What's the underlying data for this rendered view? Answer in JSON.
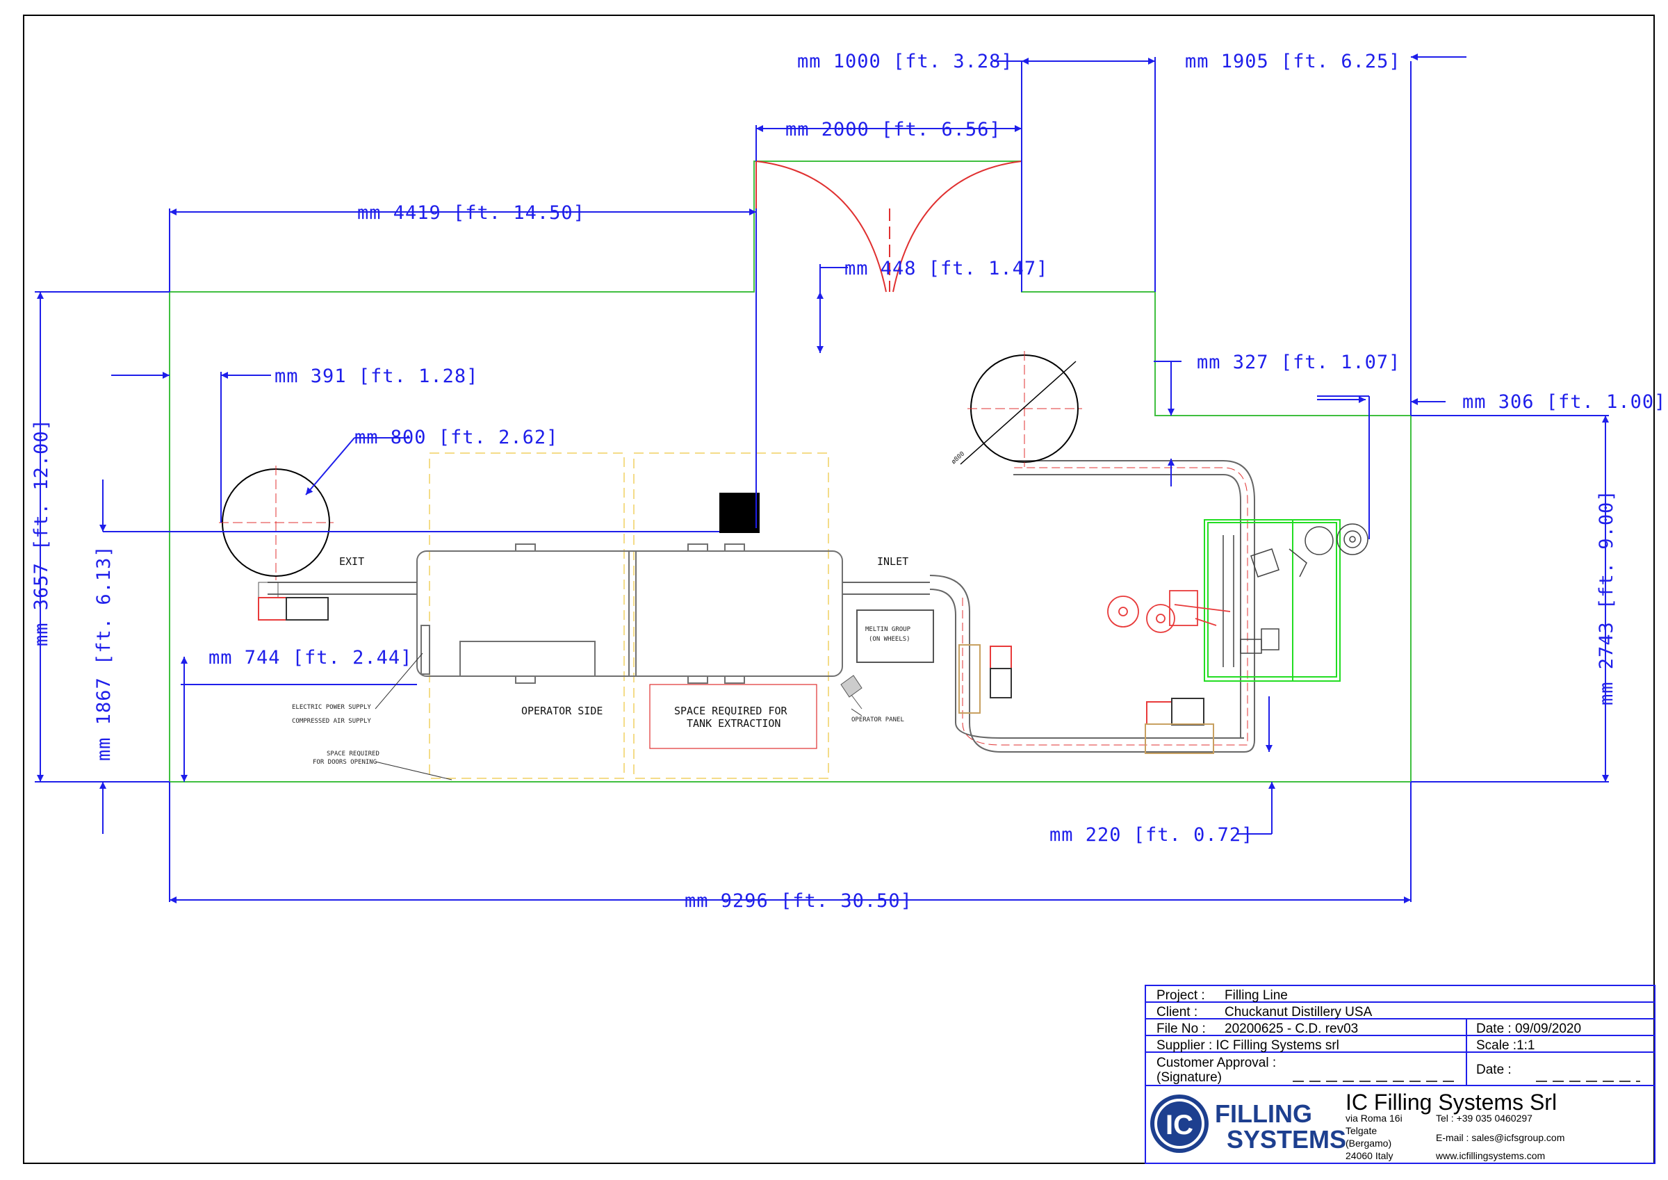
{
  "dimensions": {
    "d1000": "mm 1000 [ft. 3.28]",
    "d1905": "mm 1905 [ft. 6.25]",
    "d2000": "mm 2000 [ft. 6.56]",
    "d4419": "mm 4419 [ft. 14.50]",
    "d448": "mm 448 [ft. 1.47]",
    "d327": "mm 327 [ft. 1.07]",
    "d306": "mm 306 [ft. 1.00]",
    "d391": "mm 391 [ft. 1.28]",
    "d800": "mm 800 [ft. 2.62]",
    "d744": "mm 744 [ft. 2.44]",
    "d220": "mm 220 [ft. 0.72]",
    "d9296": "mm 9296 [ft. 30.50]",
    "d3657": "mm 3657 [ft. 12.00]",
    "d1867": "mm 1867 [ft. 6.13]",
    "d2743": "mm 2743 [ft. 9.00]",
    "diam": "ø800"
  },
  "labels": {
    "exit": "EXIT",
    "inlet": "INLET",
    "operator_side": "OPERATOR SIDE",
    "space_tank_1": "SPACE REQUIRED FOR",
    "space_tank_2": "TANK EXTRACTION",
    "melting_1": "MELTIN GROUP",
    "melting_2": "(ON WHEELS)",
    "electric": "ELECTRIC POWER SUPPLY",
    "compressed": "COMPRESSED AIR SUPPLY",
    "doors_1": "SPACE REQUIRED",
    "doors_2": "FOR DOORS OPENING",
    "operator_panel": "OPERATOR PANEL"
  },
  "title_block": {
    "project_label": "Project :",
    "project_value": "Filling Line",
    "client_label": "Client :",
    "client_value": "Chuckanut Distillery USA",
    "file_label": "File No :",
    "file_value": "20200625 - C.D. rev03",
    "date_value": "Date : 09/09/2020",
    "supplier": "Supplier : IC Filling Systems srl",
    "scale": "Scale :1:1",
    "approval_1": "Customer Approval :",
    "approval_2": "(Signature)",
    "date_sign": "Date :",
    "company": "IC Filling Systems Srl",
    "addr_1": "via Roma 16i",
    "addr_2": "Telgate",
    "addr_3": "(Bergamo)",
    "addr_4": "24060 Italy",
    "tel": "Tel : +39 035 0460297",
    "email": "E-mail : sales@icfsgroup.com",
    "web": "www.icfillingsystems.com",
    "logo_line1": "FILLING",
    "logo_line2": "SYSTEMS",
    "logo_mark": "IC"
  },
  "colors": {
    "dimension": "#1e1eea",
    "room_outline": "#3fbf3f",
    "door_swing": "#e03030",
    "labeller": "#22dd22",
    "motor": "#e83a3a",
    "machine": "#808080",
    "conveyor": "#c8a060"
  }
}
